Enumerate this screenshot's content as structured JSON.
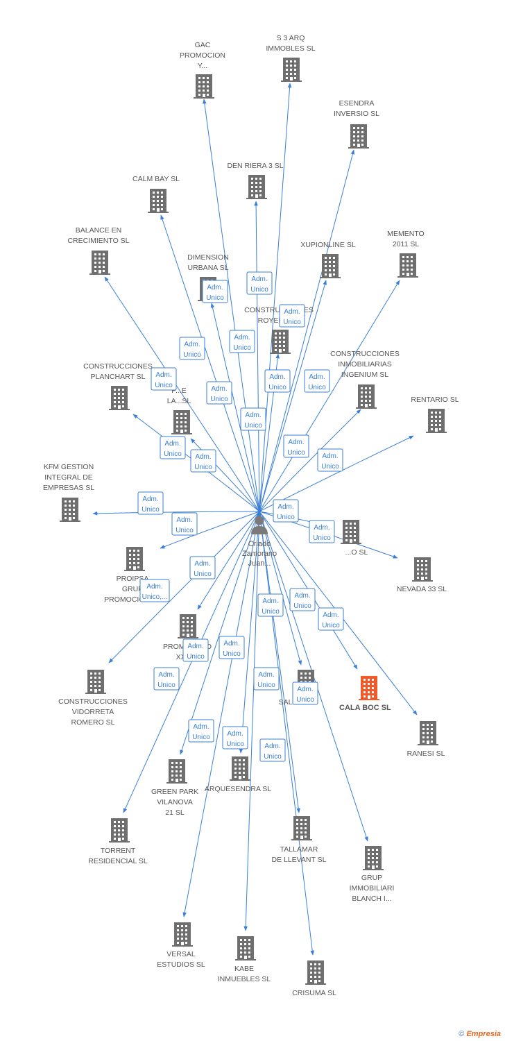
{
  "colors": {
    "edge": "#3a7fd5",
    "building": "#6f6f6f",
    "highlight": "#f0592a",
    "person": "#7a7a7a"
  },
  "center": {
    "label_lines": [
      "Criado",
      "Zamorano",
      "Juan..."
    ],
    "icon": "person-icon"
  },
  "footer": {
    "copyright": "©",
    "brand": "Empresia"
  },
  "companies": [
    {
      "id": "gac",
      "label": [
        "GAC",
        "PROMOCION",
        "Y..."
      ],
      "label_pos": "above",
      "edge_label": [
        "Adm.",
        "Unico"
      ]
    },
    {
      "id": "s3arq",
      "label": [
        "S 3 ARQ",
        "IMMOBLES SL"
      ],
      "label_pos": "above",
      "edge_label": [
        "Adm.",
        "Unico"
      ]
    },
    {
      "id": "esendra",
      "label": [
        "ESENDRA",
        "INVERSIO SL"
      ],
      "label_pos": "above",
      "edge_label": [
        "Adm.",
        "Unico"
      ]
    },
    {
      "id": "denriera",
      "label": [
        "DEN RIERA 3 SL"
      ],
      "label_pos": "above",
      "edge_label": [
        "Adm.",
        "Unico"
      ]
    },
    {
      "id": "calmbay",
      "label": [
        "CALM BAY SL"
      ],
      "label_pos": "above",
      "edge_label": [
        "Adm.",
        "Unico"
      ]
    },
    {
      "id": "balance",
      "label": [
        "BALANCE EN",
        "CRECIMIENTO SL"
      ],
      "label_pos": "above",
      "edge_label": [
        "Adm.",
        "Unico"
      ]
    },
    {
      "id": "dimension",
      "label": [
        "DIMENSION",
        "URBANA SL"
      ],
      "label_pos": "above",
      "edge_label": [
        "Adm.",
        "Unico"
      ]
    },
    {
      "id": "xupionline",
      "label": [
        "XUPIONLINE SL"
      ],
      "label_pos": "above",
      "edge_label": [
        "Adm.",
        "Unico"
      ]
    },
    {
      "id": "memento",
      "label": [
        "MEMENTO",
        "2011 SL"
      ],
      "label_pos": "above",
      "edge_label": [
        "Adm.",
        "Unico"
      ]
    },
    {
      "id": "royerd",
      "label": [
        "CONSTRUCCIONES",
        "ROYERD SL"
      ],
      "label_pos": "above",
      "edge_label": [
        "Adm.",
        "Unico"
      ]
    },
    {
      "id": "ingenium",
      "label": [
        "CONSTRUCCIONES",
        "INMOBILIARIAS",
        "INGENIUM SL"
      ],
      "label_pos": "above",
      "edge_label": [
        "Adm.",
        "Unico"
      ]
    },
    {
      "id": "planchart",
      "label": [
        "CONSTRUCCIONES",
        "PLANCHART SL"
      ],
      "label_pos": "above",
      "edge_label": [
        "Adm.",
        "Unico"
      ]
    },
    {
      "id": "lamppost",
      "label": [
        "P...E",
        "LA...SL"
      ],
      "label_pos": "above",
      "edge_label": [
        "Adm.",
        "Unico"
      ]
    },
    {
      "id": "rentario",
      "label": [
        "RENTARIO SL"
      ],
      "label_pos": "above",
      "edge_label": [
        "Adm.",
        "Unico"
      ]
    },
    {
      "id": "kfm",
      "label": [
        "KFM GESTION",
        "INTEGRAL DE",
        "EMPRESAS SL"
      ],
      "label_pos": "above",
      "edge_label": [
        "Adm.",
        "Unico"
      ]
    },
    {
      "id": "proipsa",
      "label": [
        "PROIPSA",
        "GRUP",
        "PROMOCIONS..."
      ],
      "label_pos": "below",
      "edge_label": [
        "Adm.",
        "Unico"
      ]
    },
    {
      "id": "hiddensl",
      "label": [
        "...O SL"
      ],
      "label_pos": "below",
      "edge_label": [
        "Adm.",
        "Unico"
      ]
    },
    {
      "id": "nevada",
      "label": [
        "NEVADA 33 SL"
      ],
      "label_pos": "below",
      "edge_label": [
        "Adm.",
        "Unico"
      ]
    },
    {
      "id": "promoarco",
      "label": [
        "PROMOARCO",
        "XXI SL"
      ],
      "label_pos": "below",
      "edge_label": [
        "Adm.",
        "Unico"
      ]
    },
    {
      "id": "vidorreta",
      "label": [
        "CONSTRUCCIONES",
        "VIDORRETA",
        "ROMERO SL"
      ],
      "label_pos": "below",
      "edge_label": [
        "Adm.",
        "Unico,..."
      ]
    },
    {
      "id": "salam",
      "label": [
        "SALA M..."
      ],
      "label_pos": "below",
      "edge_label": [
        "Adm.",
        "Unico"
      ]
    },
    {
      "id": "calaboc",
      "label": [
        "CALA BOC SL"
      ],
      "label_pos": "right",
      "highlight": true,
      "edge_label": [
        "Adm.",
        "Unico"
      ]
    },
    {
      "id": "ranesi",
      "label": [
        "RANESI SL"
      ],
      "label_pos": "below",
      "edge_label": [
        "Adm.",
        "Unico"
      ]
    },
    {
      "id": "greenpark",
      "label": [
        "GREEN PARK",
        "VILANOVA",
        "21 SL"
      ],
      "label_pos": "below",
      "edge_label": [
        "Adm.",
        "Unico"
      ]
    },
    {
      "id": "arquesendra",
      "label": [
        "ARQUESENDRA SL"
      ],
      "label_pos": "below",
      "edge_label": [
        "Adm.",
        "Unico"
      ]
    },
    {
      "id": "tallamar",
      "label": [
        "TALLAMAR",
        "DE LLEVANT SL"
      ],
      "label_pos": "below",
      "edge_label": [
        "Adm.",
        "Unico"
      ]
    },
    {
      "id": "torrent",
      "label": [
        "TORRENT",
        "RESIDENCIAL SL"
      ],
      "label_pos": "below",
      "edge_label": [
        "Adm.",
        "Unico"
      ]
    },
    {
      "id": "grupimmob",
      "label": [
        "GRUP",
        "IMMOBILIARI",
        "BLANCH I..."
      ],
      "label_pos": "below",
      "edge_label": [
        "Adm.",
        "Unico"
      ]
    },
    {
      "id": "versal",
      "label": [
        "VERSAL",
        "ESTUDIOS SL"
      ],
      "label_pos": "below",
      "edge_label": [
        "Adm.",
        "Unico"
      ]
    },
    {
      "id": "kabe",
      "label": [
        "KABE",
        "INMUEBLES  SL"
      ],
      "label_pos": "below",
      "edge_label": [
        "Adm.",
        "Unico"
      ]
    },
    {
      "id": "crisuma",
      "label": [
        "CRISUMA SL"
      ],
      "label_pos": "below",
      "edge_label": [
        "Adm.",
        "Unico"
      ]
    }
  ]
}
